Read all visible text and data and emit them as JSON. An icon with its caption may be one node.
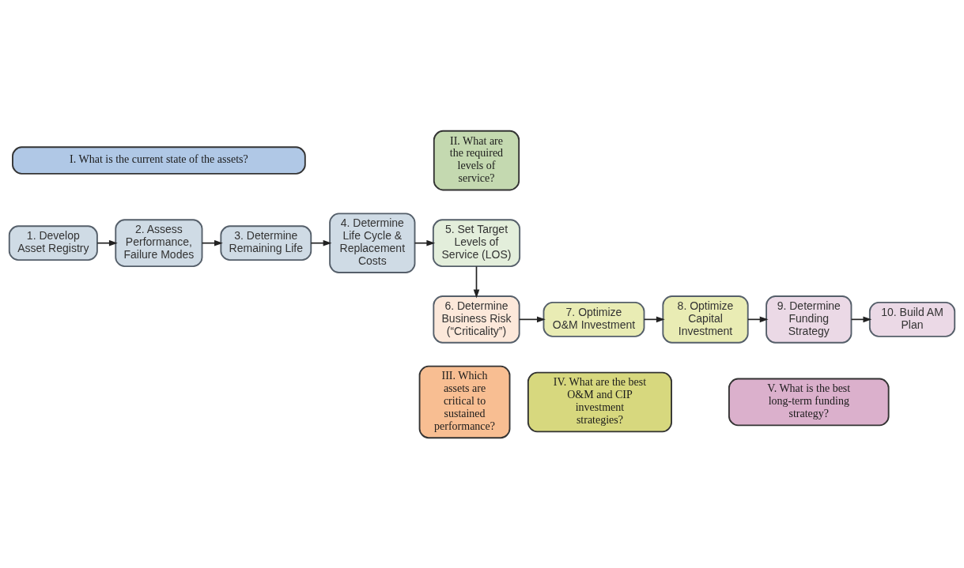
{
  "diagram": {
    "nodes": [
      {
        "text": [
          "I. What is the current state of the assets?"
        ]
      },
      {
        "text": [
          "II. What are the required levels of service?"
        ]
      },
      {
        "text": [
          "1. Develop Asset Registry"
        ]
      },
      {
        "text": [
          "2. Assess Performance, Failure Modes"
        ]
      },
      {
        "text": [
          "3. Determine Remaining Life"
        ]
      },
      {
        "text": [
          "4. Determine Life Cycle & Replacement Costs"
        ]
      },
      {
        "text": [
          "5. Set Target Levels of Service (LOS)"
        ]
      },
      {
        "text": [
          "6. Determine Business Risk (“Criticality”)"
        ]
      },
      {
        "text": [
          "7. Optimize O&M Investment"
        ]
      },
      {
        "text": [
          "8. Optimize Capital Investment"
        ]
      },
      {
        "text": [
          "9. Determine Funding Strategy"
        ]
      },
      {
        "text": [
          "10. Build AM Plan"
        ]
      },
      {
        "text": [
          "III. Which assets are critical to sustained performance?"
        ]
      },
      {
        "text": [
          "IV. What are the best O&M and CIP investment strategies?"
        ]
      },
      {
        "text": [
          "V. What is the best long-term funding strategy?"
        ]
      }
    ],
    "edges": [
      {
        "from": 2,
        "to": 3,
        "arrow": "to"
      },
      {
        "from": 3,
        "to": 4,
        "arrow": "to"
      },
      {
        "from": 4,
        "to": 5,
        "arrow": "to"
      },
      {
        "from": 5,
        "to": 6,
        "arrow": "to"
      },
      {
        "from": 6,
        "to": 7,
        "arrow": "to"
      },
      {
        "from": 7,
        "to": 8,
        "arrow": "to"
      },
      {
        "from": 8,
        "to": 9,
        "arrow": "to"
      },
      {
        "from": 9,
        "to": 10,
        "arrow": "to"
      },
      {
        "from": 10,
        "to": 11,
        "arrow": "to"
      }
    ]
  }
}
